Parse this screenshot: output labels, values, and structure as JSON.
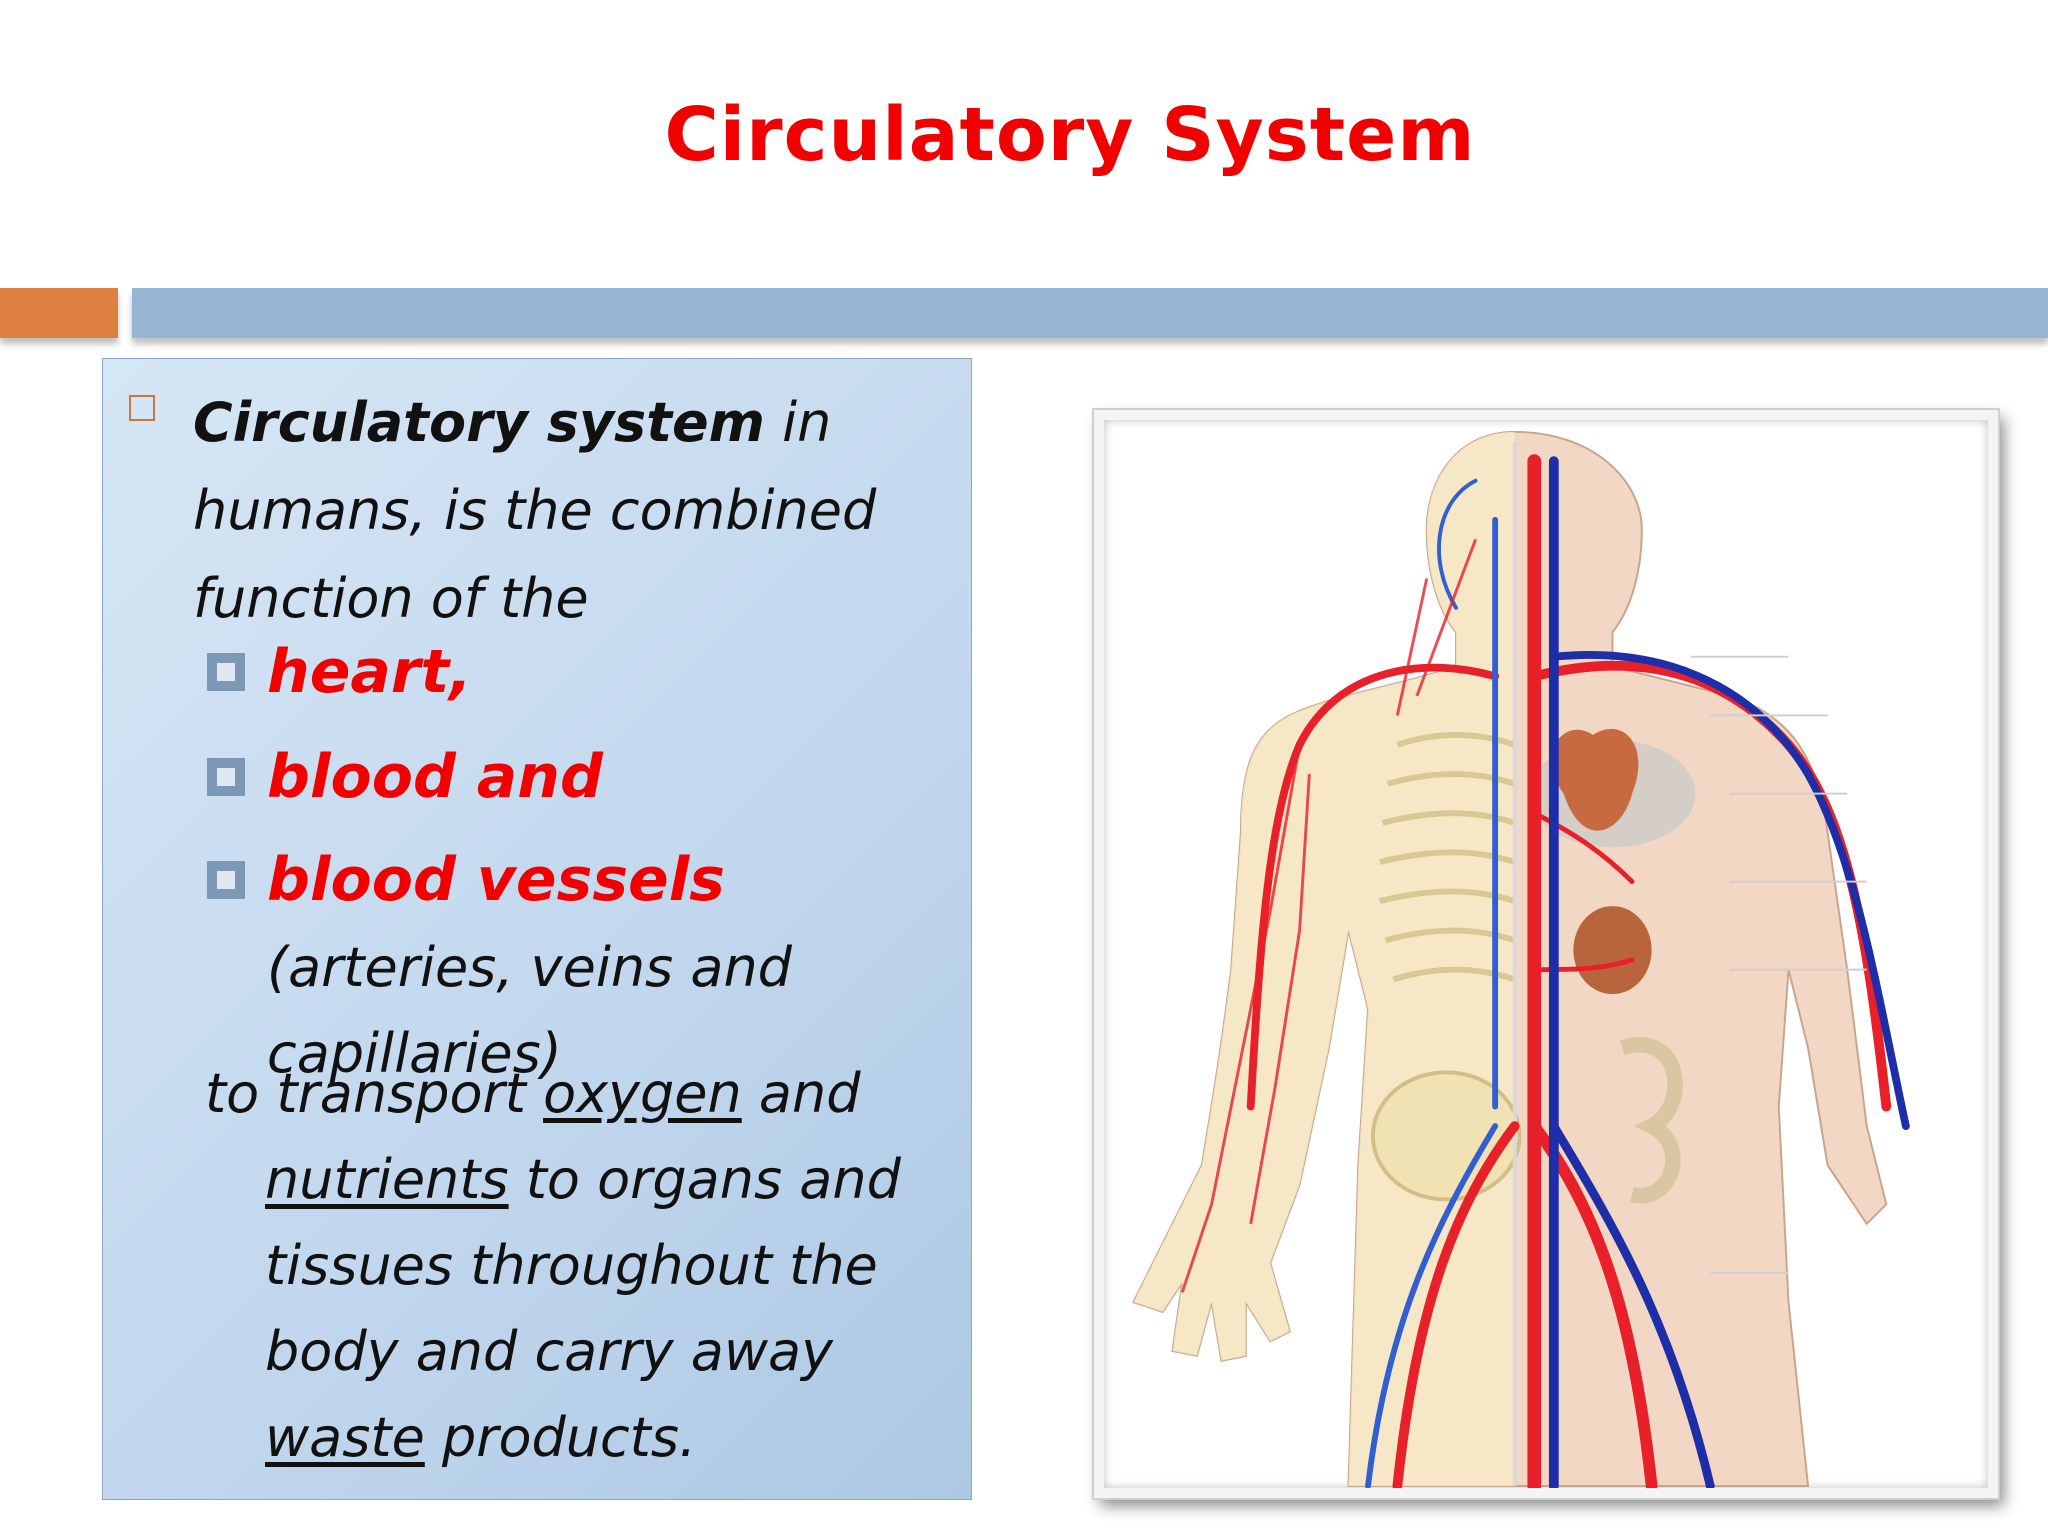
{
  "title": "Circulatory System",
  "content": {
    "intro_bold": "Circulatory system",
    "intro_rest": " in humans, is the combined function of  the",
    "items": [
      {
        "label": "heart,"
      },
      {
        "label": "blood and"
      },
      {
        "label": "blood vessels",
        "detail": " (arteries, veins and capillaries)"
      }
    ],
    "closing": {
      "t1": "to transport ",
      "w1": "oxygen",
      "t2": " and",
      "w2": "nutrients",
      "t3": " to organs and tissues throughout the body and carry away ",
      "w3": "waste",
      "t4": " products."
    }
  },
  "colors": {
    "title": "#f20000",
    "accent_orange": "#dd8040",
    "accent_blue": "#95b5d3",
    "artery": "#e8202a",
    "vein": "#1e2ea8"
  },
  "figure": {
    "icon": "human-circulatory-system-illustration"
  }
}
